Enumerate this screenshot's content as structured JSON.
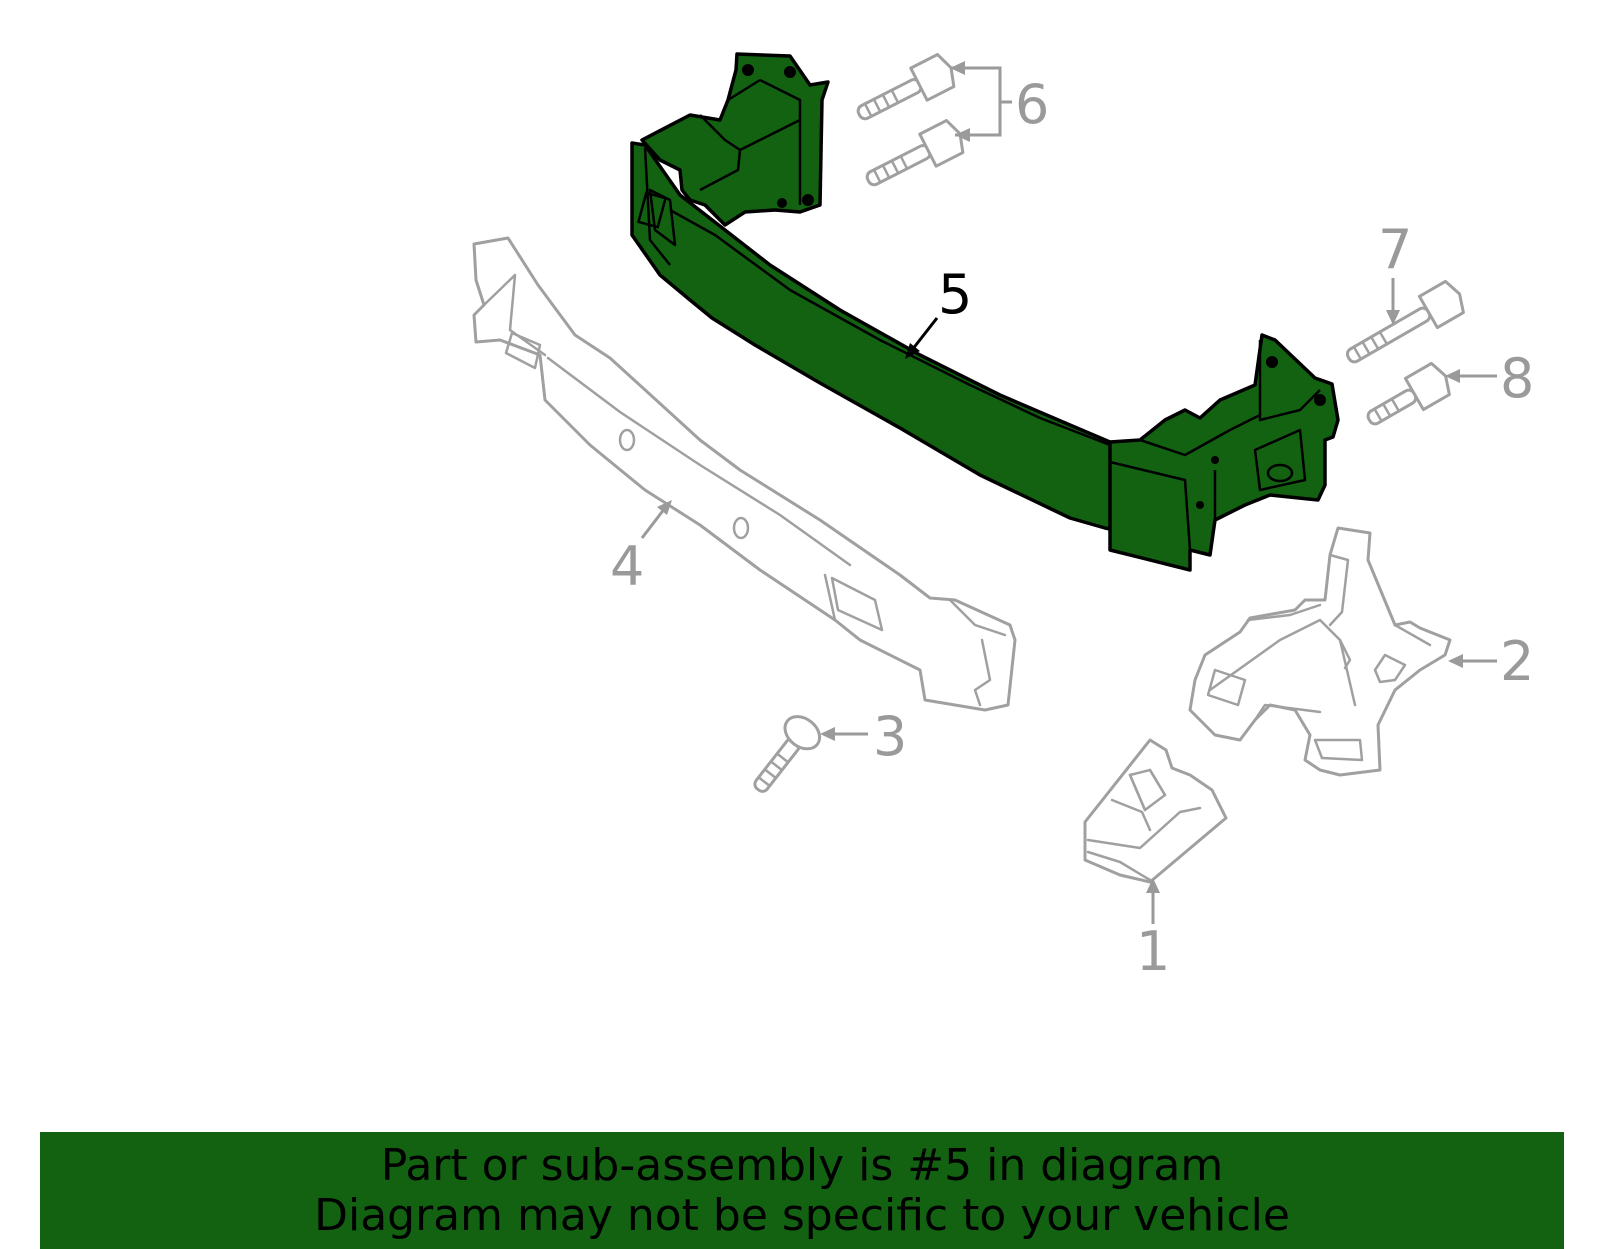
{
  "colors": {
    "highlight": "#126212",
    "banner_background": "#126212",
    "callout_gray": "#9a9a9a",
    "callout_highlight": "#000000"
  },
  "callouts": {
    "c1": "1",
    "c2": "2",
    "c3": "3",
    "c4": "4",
    "c5": "5",
    "c6": "6",
    "c7": "7",
    "c8": "8"
  },
  "banner": {
    "line1": "Part or sub-assembly is #5 in diagram",
    "line2": "Diagram may not be specific to your vehicle"
  }
}
